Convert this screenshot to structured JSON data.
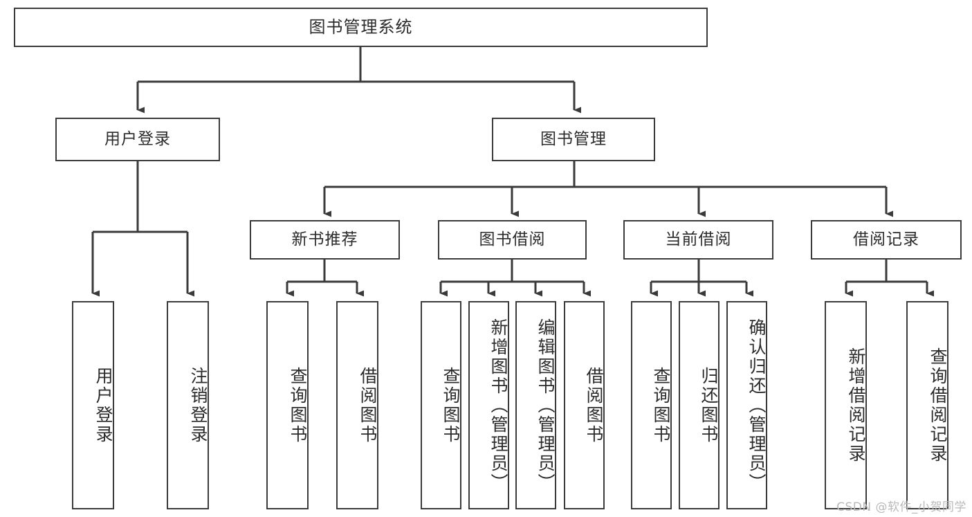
{
  "diagram": {
    "title": "图书管理系统",
    "type": "tree-hierarchy",
    "watermark": "CSDN @软件_小贺同学",
    "colors": {
      "node_border": "#3a3a3a",
      "node_fill": "#ffffff",
      "edge": "#3a3a3a",
      "text": "#2b2b2b",
      "background": "#ffffff",
      "watermark": "#b9b9b9"
    },
    "levels": [
      {
        "level": 1,
        "nodes": [
          {
            "id": "root",
            "label": "图书管理系统",
            "orientation": "horizontal"
          }
        ]
      },
      {
        "level": 2,
        "nodes": [
          {
            "id": "login",
            "label": "用户登录",
            "orientation": "horizontal",
            "parent": "root"
          },
          {
            "id": "bookmgmt",
            "label": "图书管理",
            "orientation": "horizontal",
            "parent": "root"
          }
        ]
      },
      {
        "level": 3,
        "nodes": [
          {
            "id": "newbook",
            "label": "新书推荐",
            "orientation": "horizontal",
            "parent": "bookmgmt"
          },
          {
            "id": "borrow",
            "label": "图书借阅",
            "orientation": "horizontal",
            "parent": "bookmgmt"
          },
          {
            "id": "current",
            "label": "当前借阅",
            "orientation": "horizontal",
            "parent": "bookmgmt"
          },
          {
            "id": "records",
            "label": "借阅记录",
            "orientation": "horizontal",
            "parent": "bookmgmt"
          }
        ]
      },
      {
        "level": 4,
        "nodes": [
          {
            "id": "leaf1",
            "label": "用户登录",
            "orientation": "vertical",
            "parent": "login"
          },
          {
            "id": "leaf2",
            "label": "注销登录",
            "orientation": "vertical",
            "parent": "login"
          },
          {
            "id": "leaf3",
            "label": "查询图书",
            "orientation": "vertical",
            "parent": "newbook"
          },
          {
            "id": "leaf4",
            "label": "借阅图书",
            "orientation": "vertical",
            "parent": "newbook"
          },
          {
            "id": "leaf5",
            "label": "查询图书",
            "orientation": "vertical",
            "parent": "borrow"
          },
          {
            "id": "leaf6",
            "label": "新增图书（管理员）",
            "orientation": "vertical",
            "parent": "borrow"
          },
          {
            "id": "leaf7",
            "label": "编辑图书（管理员）",
            "orientation": "vertical",
            "parent": "borrow"
          },
          {
            "id": "leaf8",
            "label": "借阅图书",
            "orientation": "vertical",
            "parent": "borrow"
          },
          {
            "id": "leaf9",
            "label": "查询图书",
            "orientation": "vertical",
            "parent": "current"
          },
          {
            "id": "leaf10",
            "label": "归还图书",
            "orientation": "vertical",
            "parent": "current"
          },
          {
            "id": "leaf11",
            "label": "确认归还（管理员）",
            "orientation": "vertical",
            "parent": "current"
          },
          {
            "id": "leaf12",
            "label": "新增借阅记录",
            "orientation": "vertical",
            "parent": "records"
          },
          {
            "id": "leaf13",
            "label": "查询借阅记录",
            "orientation": "vertical",
            "parent": "records"
          }
        ]
      }
    ]
  }
}
